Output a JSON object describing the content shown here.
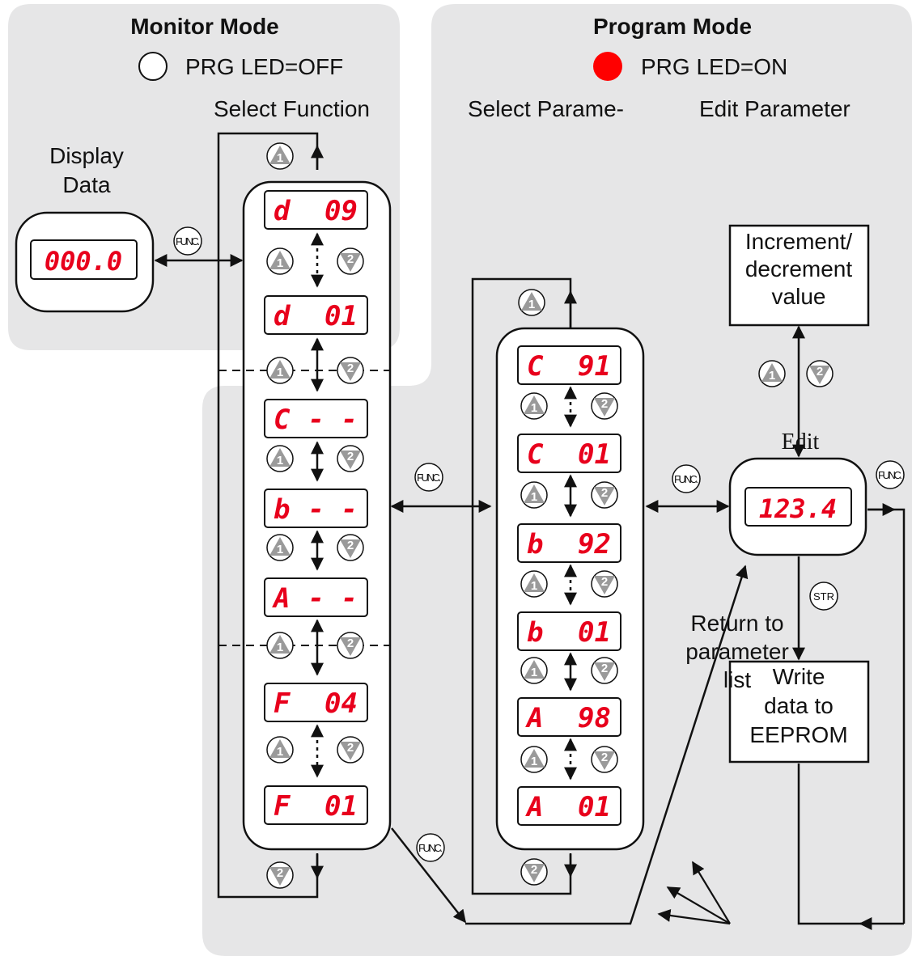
{
  "monitor": {
    "title": "Monitor Mode",
    "led_label": "PRG LED=OFF",
    "select_function": "Select Function",
    "display_data": [
      "Display",
      "Data"
    ],
    "display_value": "000.0"
  },
  "program": {
    "title": "Program Mode",
    "led_label": "PRG LED=ON",
    "select_parameter": "Select Parame-",
    "edit_parameter": "Edit Parameter",
    "edit_label": "Edit",
    "edit_value": "123.4"
  },
  "function_list": [
    {
      "group": "d",
      "code": "09"
    },
    {
      "group": "d",
      "code": "01"
    },
    {
      "group": "C",
      "code": "- -"
    },
    {
      "group": "b",
      "code": "- -"
    },
    {
      "group": "A",
      "code": "- -"
    },
    {
      "group": "F",
      "code": "04"
    },
    {
      "group": "F",
      "code": "01"
    }
  ],
  "parameter_list": [
    {
      "group": "C",
      "code": "91"
    },
    {
      "group": "C",
      "code": "01"
    },
    {
      "group": "b",
      "code": "92"
    },
    {
      "group": "b",
      "code": "01"
    },
    {
      "group": "A",
      "code": "98"
    },
    {
      "group": "A",
      "code": "01"
    }
  ],
  "boxes": {
    "increment": [
      "Increment/",
      "decrement",
      "value"
    ],
    "write": [
      "Write",
      "data to",
      "EEPROM"
    ],
    "return": [
      "Return to",
      "parameter",
      "list"
    ]
  },
  "keys": {
    "func": "FUNC.",
    "str": "STR",
    "up": "1",
    "down": "2"
  },
  "colors": {
    "panel": "#e6e6e7",
    "led_on": "#ff0000",
    "segment": "#e8001c",
    "key_fill": "#9a9a9a"
  }
}
